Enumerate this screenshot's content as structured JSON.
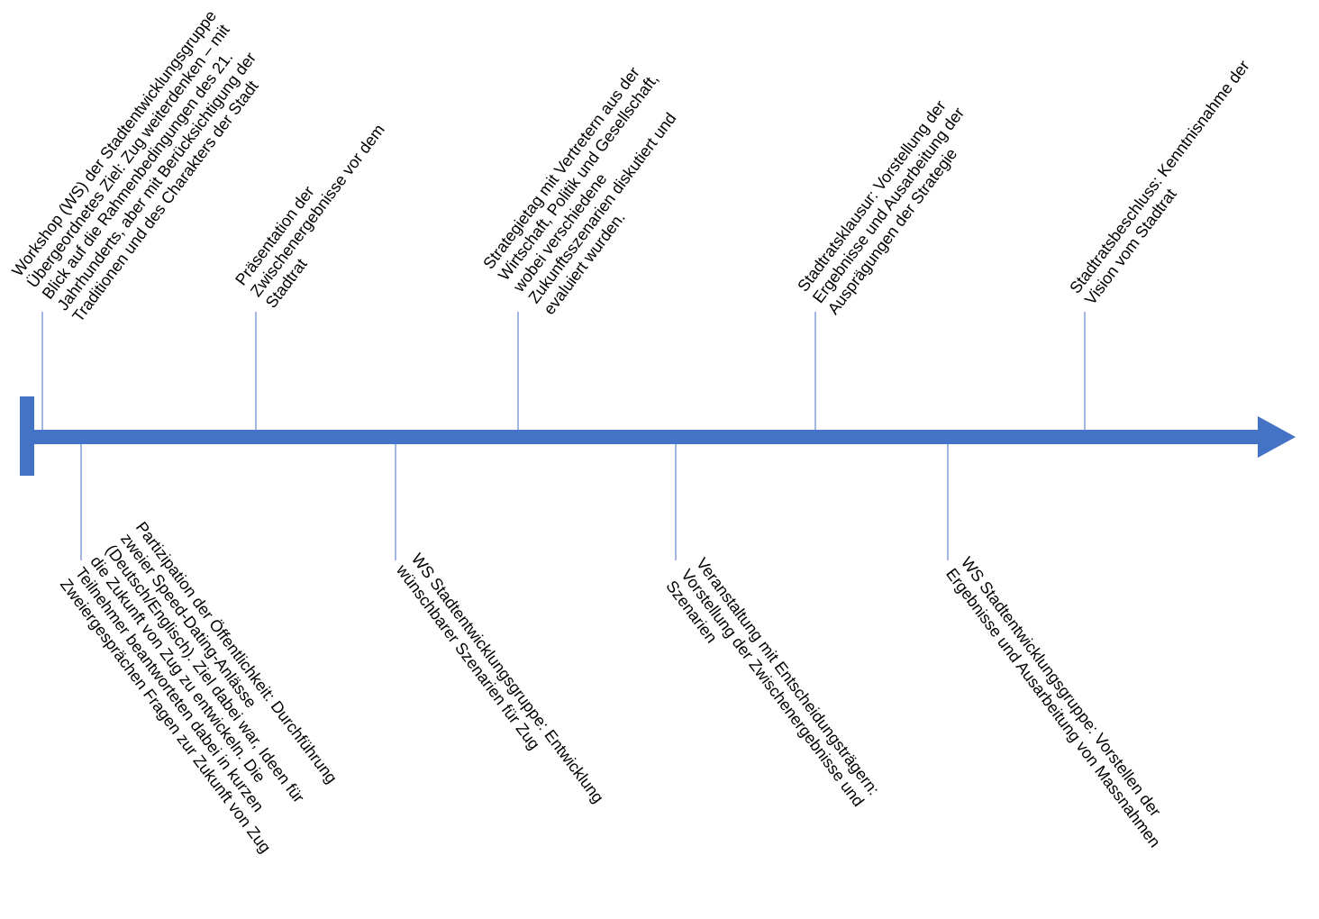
{
  "colors": {
    "axis": "#4472C4",
    "connector": "#4472C4",
    "text": "#000000"
  },
  "events_above": [
    {
      "lines": [
        "Workshop (WS) der Stadtentwicklungsgruppe",
        "Übergeordnetes Ziel: Zug weiterdenken – mit",
        "Blick auf die Rahmenbedingungen des 21.",
        "Jahrhunderts, aber mit Berücksichtigung der",
        "Traditionen und des Charakters der Stadt"
      ]
    },
    {
      "lines": [
        "Präsentation der",
        "Zwischenergebnisse vor dem",
        "Stadtrat"
      ]
    },
    {
      "lines": [
        "Strategietag mit Vertretern aus der",
        "Wirtschaft, Politik und Gesellschaft,",
        "wobei verschiedene",
        "Zukunftsszenarien diskutiert und",
        "evaluiert wurden."
      ]
    },
    {
      "lines": [
        "Stadtratsklausur: Vorstellung der",
        "Ergebnisse und Ausarbeitung der",
        "Ausprägungen der Strategie"
      ]
    },
    {
      "lines": [
        "Stadtratsbeschluss: Kenntnisnahme der",
        "Vision vom Stadtrat"
      ]
    }
  ],
  "events_below": [
    {
      "lines": [
        "Partizipation der Öffentlichkeit: Durchführung",
        "zweier Speed-Dating-Anlässe",
        "(Deutsch/Englisch). Ziel dabei war, Ideen für",
        "die Zukunft von Zug zu entwickeln. Die",
        "Teilnehmer beantworteten dabei in kurzen",
        "Zweiergesprächen Fragen zur Zukunft von Zug"
      ]
    },
    {
      "lines": [
        "WS Stadtentwicklungsgruppe: Entwicklung",
        "wünschbarer Szenarien für Zug"
      ]
    },
    {
      "lines": [
        "Veranstaltung mit Entscheidungsträgern:",
        "Vorstellung der Zwischenergebnisse und",
        "Szenarien"
      ]
    },
    {
      "lines": [
        "WS Stadtentwicklungsgruppe: Vorstellen der",
        "Ergebnisse und Ausarbeitung von Massnahmen"
      ]
    }
  ]
}
